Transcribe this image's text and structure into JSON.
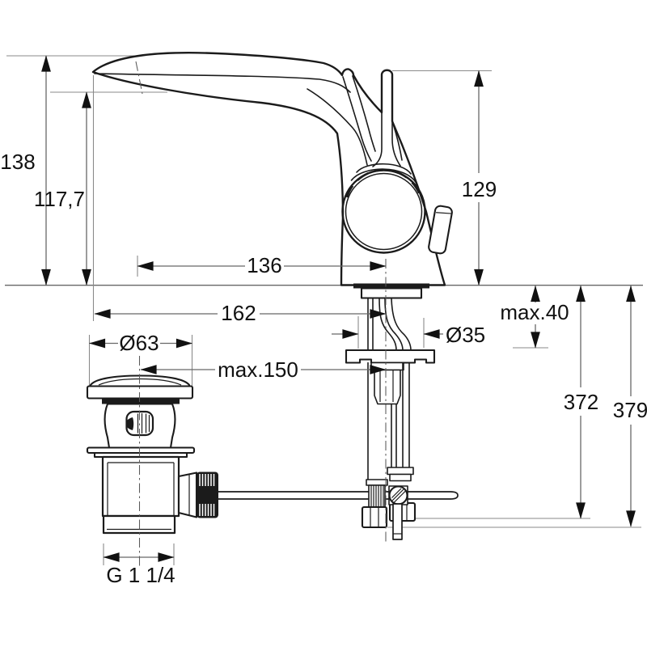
{
  "drawing": {
    "subject": "Single-lever basin mixer with pop-up waste - dimensional drawing",
    "background_color": "#ffffff",
    "outline_color": "#1b1b1b",
    "dimension_line_color": "#686868",
    "extension_line_color": "#8a8a8a",
    "text_color": "#111111",
    "labels": {
      "overall_height": "138",
      "spout_outlet_height": "117,7",
      "handle_top_height": "129",
      "outlet_projection": "136",
      "overall_projection": "162",
      "max_deck_thickness": "max.40",
      "shank_diameter": "Ø35",
      "waste_flange_diameter": "Ø63",
      "max_rod_projection": "max.150",
      "hose_length": "372",
      "rod_length": "379",
      "waste_thread": "G 1 1/4"
    }
  }
}
